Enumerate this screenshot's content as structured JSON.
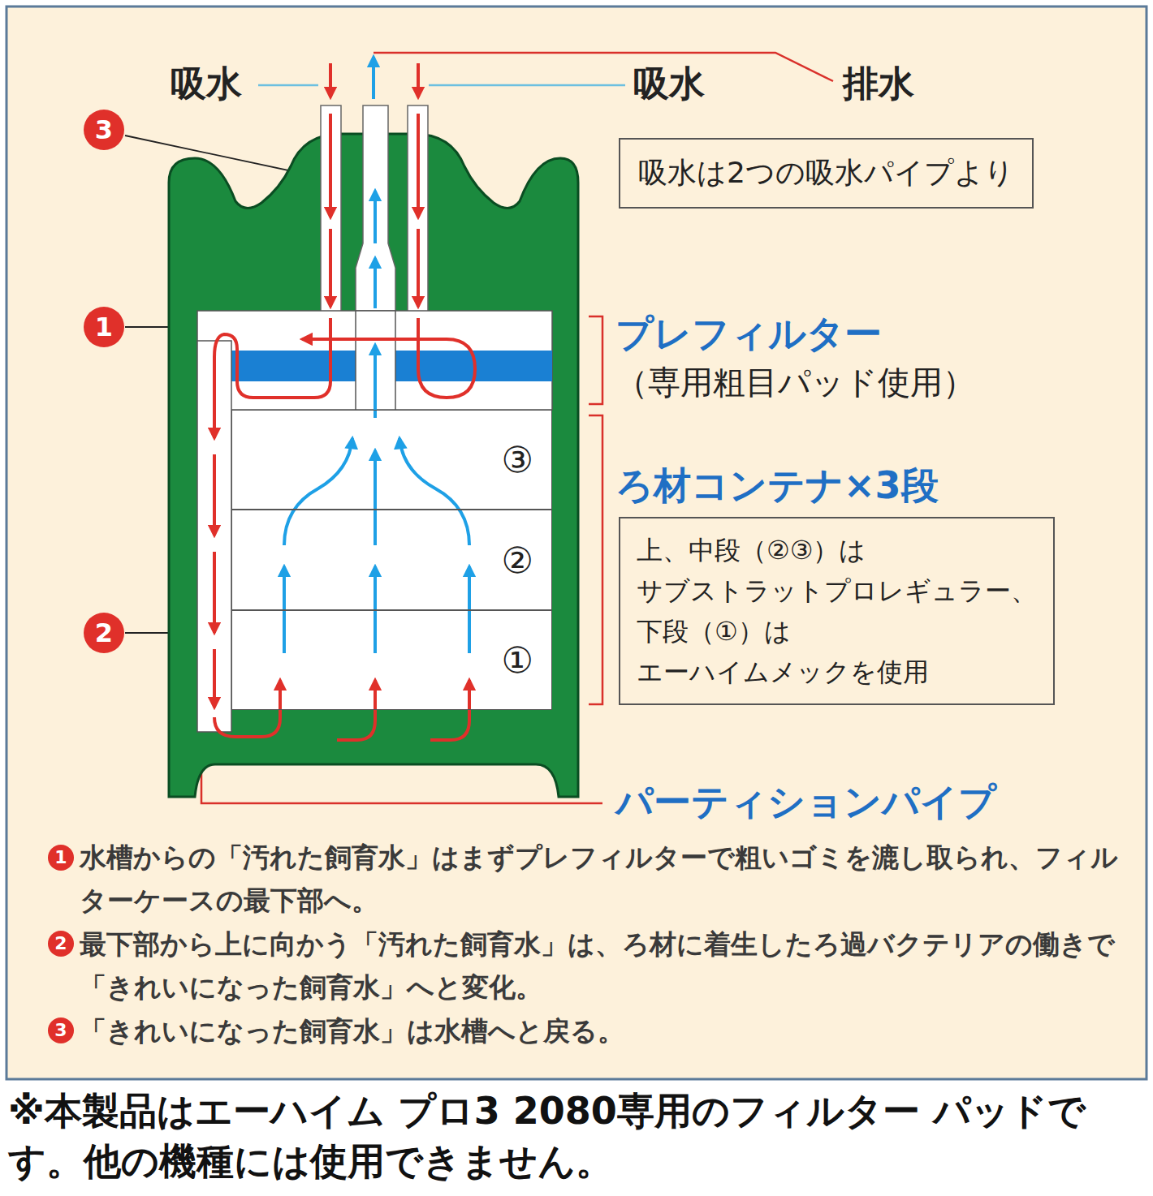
{
  "diagram": {
    "caption": "※本製品はエーハイム プロ3 2080専用のフィルター パッドです。他の機種には使用できません。",
    "nodes": [
      {
        "text": [
          "吸水は2つの吸水パイプより"
        ]
      },
      {
        "text": [
          "③"
        ]
      },
      {
        "text": [
          "②"
        ]
      },
      {
        "text": [
          "①"
        ]
      },
      {
        "text": [
          "上、中段（②③）は サブストラットプロレギュラー、 下段（①）は エーハイムメックを使用"
        ]
      }
    ],
    "labels": [
      "吸水",
      "吸水",
      "排水",
      "3",
      "1",
      "2",
      "プレフィルター",
      "（専用粗目パッド使用）",
      "ろ材コンテナ×3段",
      "パーティションパイプ",
      "1",
      "水槽からの「汚れた飼育水」はまずプレフィルターで粗いゴミを漉し取られ、フィルターケースの最下部へ。",
      "2",
      "最下部から上に向かう「汚れた飼育水」は、ろ材に着生したろ過バクテリアの働きで「きれいになった飼育水」へと変化。",
      "3",
      "「きれいになった飼育水」は水槽へと戻る。"
    ]
  }
}
